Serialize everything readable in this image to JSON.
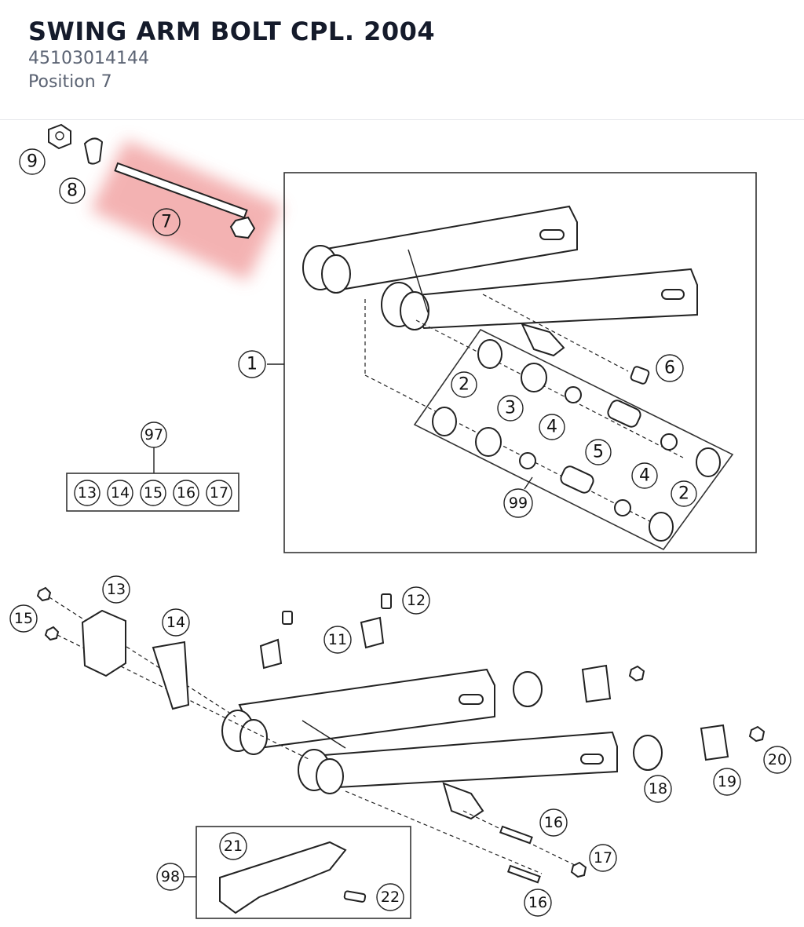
{
  "header": {
    "title": "SWING ARM BOLT CPL. 2004",
    "part_number": "45103014144",
    "position": "Position 7"
  },
  "highlight_color": "#f2a5a5",
  "callouts": {
    "c1": "1",
    "c2a": "2",
    "c2b": "2",
    "c3": "3",
    "c4a": "4",
    "c4b": "4",
    "c5": "5",
    "c6": "6",
    "c7": "7",
    "c8": "8",
    "c9": "9",
    "c99": "99",
    "c97": "97",
    "k13": "13",
    "k14": "14",
    "k15": "15",
    "k16": "16",
    "k17": "17",
    "b11": "11",
    "b12": "12",
    "b13": "13",
    "b14": "14",
    "b15": "15",
    "b16a": "16",
    "b16b": "16",
    "b17": "17",
    "b18": "18",
    "b19": "19",
    "b20": "20",
    "b21": "21",
    "b22": "22",
    "b98": "98"
  }
}
